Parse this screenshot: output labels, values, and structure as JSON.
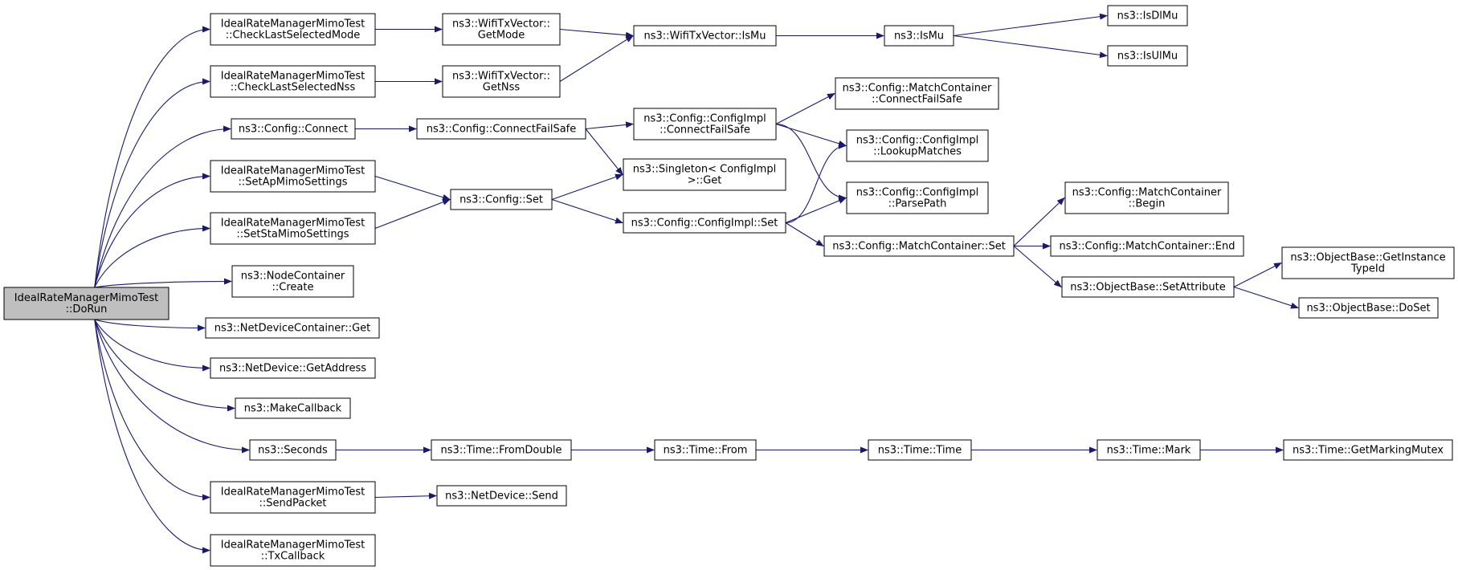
{
  "colors": {
    "edge": "#191970",
    "node_fill": "#ffffff",
    "root_fill": "#bfbfbf",
    "node_border": "#000000",
    "text": "#000000",
    "background": "#ffffff"
  },
  "nodes": [
    {
      "id": "dorun",
      "lines": [
        "IdealRateManagerMimoTest",
        "::DoRun"
      ],
      "root": true
    },
    {
      "id": "checkmode",
      "lines": [
        "IdealRateManagerMimoTest",
        "::CheckLastSelectedMode"
      ]
    },
    {
      "id": "checknss",
      "lines": [
        "IdealRateManagerMimoTest",
        "::CheckLastSelectedNss"
      ]
    },
    {
      "id": "connect",
      "lines": [
        "ns3::Config::Connect"
      ]
    },
    {
      "id": "setap",
      "lines": [
        "IdealRateManagerMimoTest",
        "::SetApMimoSettings"
      ]
    },
    {
      "id": "setsta",
      "lines": [
        "IdealRateManagerMimoTest",
        "::SetStaMimoSettings"
      ]
    },
    {
      "id": "nccreate",
      "lines": [
        "ns3::NodeContainer",
        "::Create"
      ]
    },
    {
      "id": "ndcget",
      "lines": [
        "ns3::NetDeviceContainer::Get"
      ]
    },
    {
      "id": "getaddr",
      "lines": [
        "ns3::NetDevice::GetAddress"
      ]
    },
    {
      "id": "makecb",
      "lines": [
        "ns3::MakeCallback"
      ]
    },
    {
      "id": "seconds",
      "lines": [
        "ns3::Seconds"
      ]
    },
    {
      "id": "sendpkt",
      "lines": [
        "IdealRateManagerMimoTest",
        "::SendPacket"
      ]
    },
    {
      "id": "txcb",
      "lines": [
        "IdealRateManagerMimoTest",
        "::TxCallback"
      ]
    },
    {
      "id": "getmode",
      "lines": [
        "ns3::WifiTxVector::",
        "GetMode"
      ]
    },
    {
      "id": "getnss",
      "lines": [
        "ns3::WifiTxVector::",
        "GetNss"
      ]
    },
    {
      "id": "txismu",
      "lines": [
        "ns3::WifiTxVector::IsMu"
      ]
    },
    {
      "id": "ismu",
      "lines": [
        "ns3::IsMu"
      ]
    },
    {
      "id": "isdlmu",
      "lines": [
        "ns3::IsDlMu"
      ]
    },
    {
      "id": "isulmu",
      "lines": [
        "ns3::IsUlMu"
      ]
    },
    {
      "id": "cfgconnectfs",
      "lines": [
        "ns3::Config::ConnectFailSafe"
      ]
    },
    {
      "id": "implconnectfs",
      "lines": [
        "ns3::Config::ConfigImpl",
        "::ConnectFailSafe"
      ]
    },
    {
      "id": "singleton",
      "lines": [
        "ns3::Singleton< ConfigImpl",
        ">::Get"
      ]
    },
    {
      "id": "cfgset",
      "lines": [
        "ns3::Config::Set"
      ]
    },
    {
      "id": "implset",
      "lines": [
        "ns3::Config::ConfigImpl::Set"
      ]
    },
    {
      "id": "mcconnectfs",
      "lines": [
        "ns3::Config::MatchContainer",
        "::ConnectFailSafe"
      ]
    },
    {
      "id": "lookup",
      "lines": [
        "ns3::Config::ConfigImpl",
        "::LookupMatches"
      ]
    },
    {
      "id": "parsepath",
      "lines": [
        "ns3::Config::ConfigImpl",
        "::ParsePath"
      ]
    },
    {
      "id": "mcset",
      "lines": [
        "ns3::Config::MatchContainer::Set"
      ]
    },
    {
      "id": "mcbegin",
      "lines": [
        "ns3::Config::MatchContainer",
        "::Begin"
      ]
    },
    {
      "id": "mcend",
      "lines": [
        "ns3::Config::MatchContainer::End"
      ]
    },
    {
      "id": "setattr",
      "lines": [
        "ns3::ObjectBase::SetAttribute"
      ]
    },
    {
      "id": "getinsttid",
      "lines": [
        "ns3::ObjectBase::GetInstance",
        "TypeId"
      ]
    },
    {
      "id": "doset",
      "lines": [
        "ns3::ObjectBase::DoSet"
      ]
    },
    {
      "id": "fromdouble",
      "lines": [
        "ns3::Time::FromDouble"
      ]
    },
    {
      "id": "from",
      "lines": [
        "ns3::Time::From"
      ]
    },
    {
      "id": "timetime",
      "lines": [
        "ns3::Time::Time"
      ]
    },
    {
      "id": "mark",
      "lines": [
        "ns3::Time::Mark"
      ]
    },
    {
      "id": "getmutex",
      "lines": [
        "ns3::Time::GetMarkingMutex"
      ]
    },
    {
      "id": "ndsend",
      "lines": [
        "ns3::NetDevice::Send"
      ]
    }
  ],
  "edges": [
    [
      "dorun",
      "checkmode"
    ],
    [
      "dorun",
      "checknss"
    ],
    [
      "dorun",
      "connect"
    ],
    [
      "dorun",
      "setap"
    ],
    [
      "dorun",
      "setsta"
    ],
    [
      "dorun",
      "nccreate"
    ],
    [
      "dorun",
      "ndcget"
    ],
    [
      "dorun",
      "getaddr"
    ],
    [
      "dorun",
      "makecb"
    ],
    [
      "dorun",
      "seconds"
    ],
    [
      "dorun",
      "sendpkt"
    ],
    [
      "dorun",
      "txcb"
    ],
    [
      "checkmode",
      "getmode"
    ],
    [
      "checknss",
      "getnss"
    ],
    [
      "getmode",
      "txismu"
    ],
    [
      "getnss",
      "txismu"
    ],
    [
      "txismu",
      "ismu"
    ],
    [
      "ismu",
      "isdlmu"
    ],
    [
      "ismu",
      "isulmu"
    ],
    [
      "connect",
      "cfgconnectfs"
    ],
    [
      "cfgconnectfs",
      "implconnectfs"
    ],
    [
      "cfgconnectfs",
      "singleton"
    ],
    [
      "implconnectfs",
      "mcconnectfs"
    ],
    [
      "implconnectfs",
      "lookup"
    ],
    [
      "implconnectfs",
      "parsepath"
    ],
    [
      "setap",
      "cfgset"
    ],
    [
      "setsta",
      "cfgset"
    ],
    [
      "cfgset",
      "singleton"
    ],
    [
      "cfgset",
      "implset"
    ],
    [
      "implset",
      "lookup"
    ],
    [
      "implset",
      "parsepath"
    ],
    [
      "implset",
      "mcset"
    ],
    [
      "mcset",
      "mcbegin"
    ],
    [
      "mcset",
      "mcend"
    ],
    [
      "mcset",
      "setattr"
    ],
    [
      "setattr",
      "getinsttid"
    ],
    [
      "setattr",
      "doset"
    ],
    [
      "seconds",
      "fromdouble"
    ],
    [
      "fromdouble",
      "from"
    ],
    [
      "from",
      "timetime"
    ],
    [
      "timetime",
      "mark"
    ],
    [
      "mark",
      "getmutex"
    ],
    [
      "sendpkt",
      "ndsend"
    ]
  ]
}
